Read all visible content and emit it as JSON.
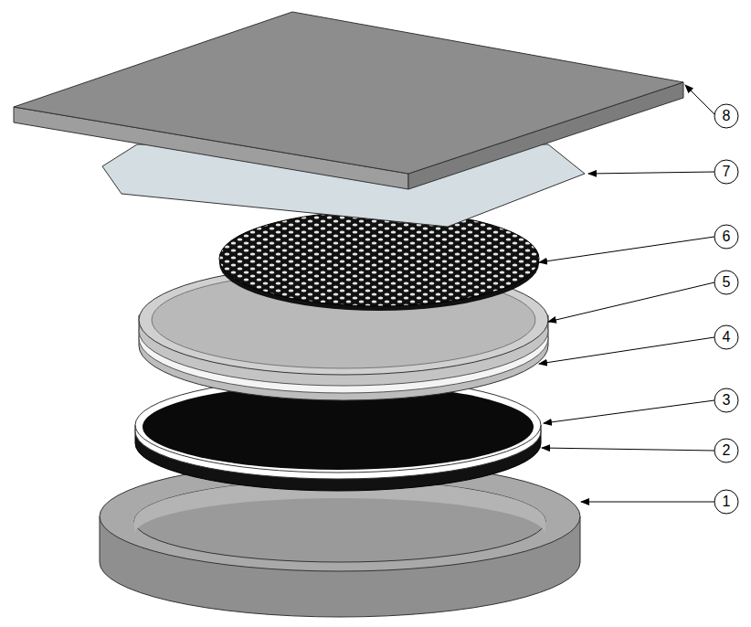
{
  "diagram": {
    "labels": [
      "8",
      "7",
      "6",
      "5",
      "4",
      "3",
      "2",
      "1"
    ]
  }
}
